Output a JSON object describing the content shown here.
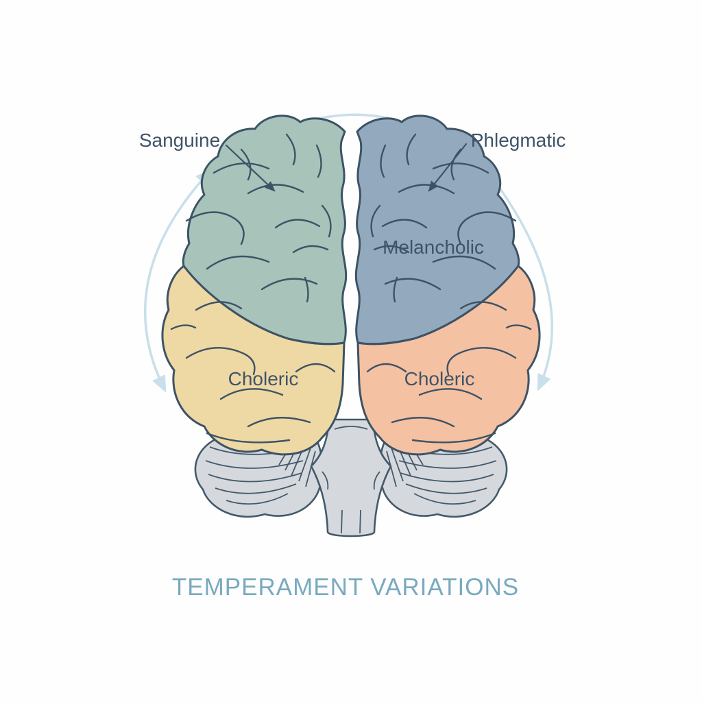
{
  "diagram": {
    "title": "TEMPERAMENT VARIATIONS",
    "subject": "human brain, top view, split into four colored temperament regions",
    "labels": {
      "sanguine": "Sanguine",
      "phlegmatic": "Phlegmatic",
      "melancholic": "Melancholic",
      "choleric_left": "Choleric",
      "choleric_right": "Choleric"
    },
    "regions": [
      {
        "id": "sanguine",
        "label": "Sanguine",
        "location": "left hemisphere, frontal",
        "color": "#a8c3ba"
      },
      {
        "id": "phlegmatic",
        "label": "Phlegmatic",
        "location": "right hemisphere, frontal",
        "color": "#93aabe"
      },
      {
        "id": "melancholic",
        "label": "Melancholic",
        "location": "right hemisphere, frontal (in-region label)",
        "color": "#93aabe"
      },
      {
        "id": "choleric-left",
        "label": "Choleric",
        "location": "left hemisphere, temporal",
        "color": "#eed8a4"
      },
      {
        "id": "choleric-right",
        "label": "Choleric",
        "location": "right hemisphere, temporal",
        "color": "#f4c1a2"
      }
    ],
    "colors": {
      "background": "#fefefe",
      "outline": "#3d5365",
      "label_text": "#3f5468",
      "title_text": "#79aabf",
      "cerebellum": "#d5d9dd",
      "rotation_arc": "#c9dfea"
    },
    "icons": {
      "rotation_arc_top": "curved arrow over the top, arrowhead pointing right",
      "rotation_arc_left": "curved arrow on the left, arrowheads both ends",
      "rotation_arc_right": "curved arrow on the right, arrowhead pointing down",
      "pointer_arrows": "thin dark arrows from Sanguine and Phlegmatic labels into the brain"
    }
  }
}
